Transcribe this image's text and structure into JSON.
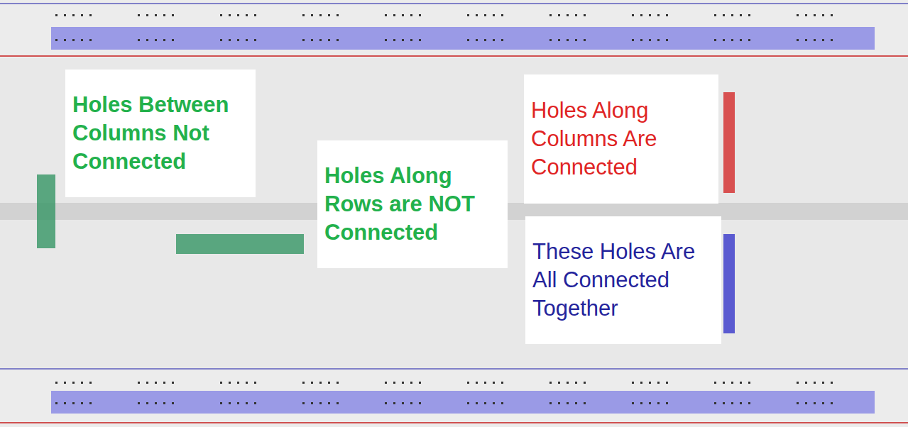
{
  "diagram": {
    "nodes": [
      {
        "text": [
          "Holes Between Columns Not Connected"
        ]
      },
      {
        "text": [
          "Holes Along Rows are NOT Connected"
        ]
      },
      {
        "text": [
          "Holes Along Columns Are Connected"
        ]
      },
      {
        "text": [
          "These Holes Are All Connected Together"
        ]
      }
    ]
  }
}
